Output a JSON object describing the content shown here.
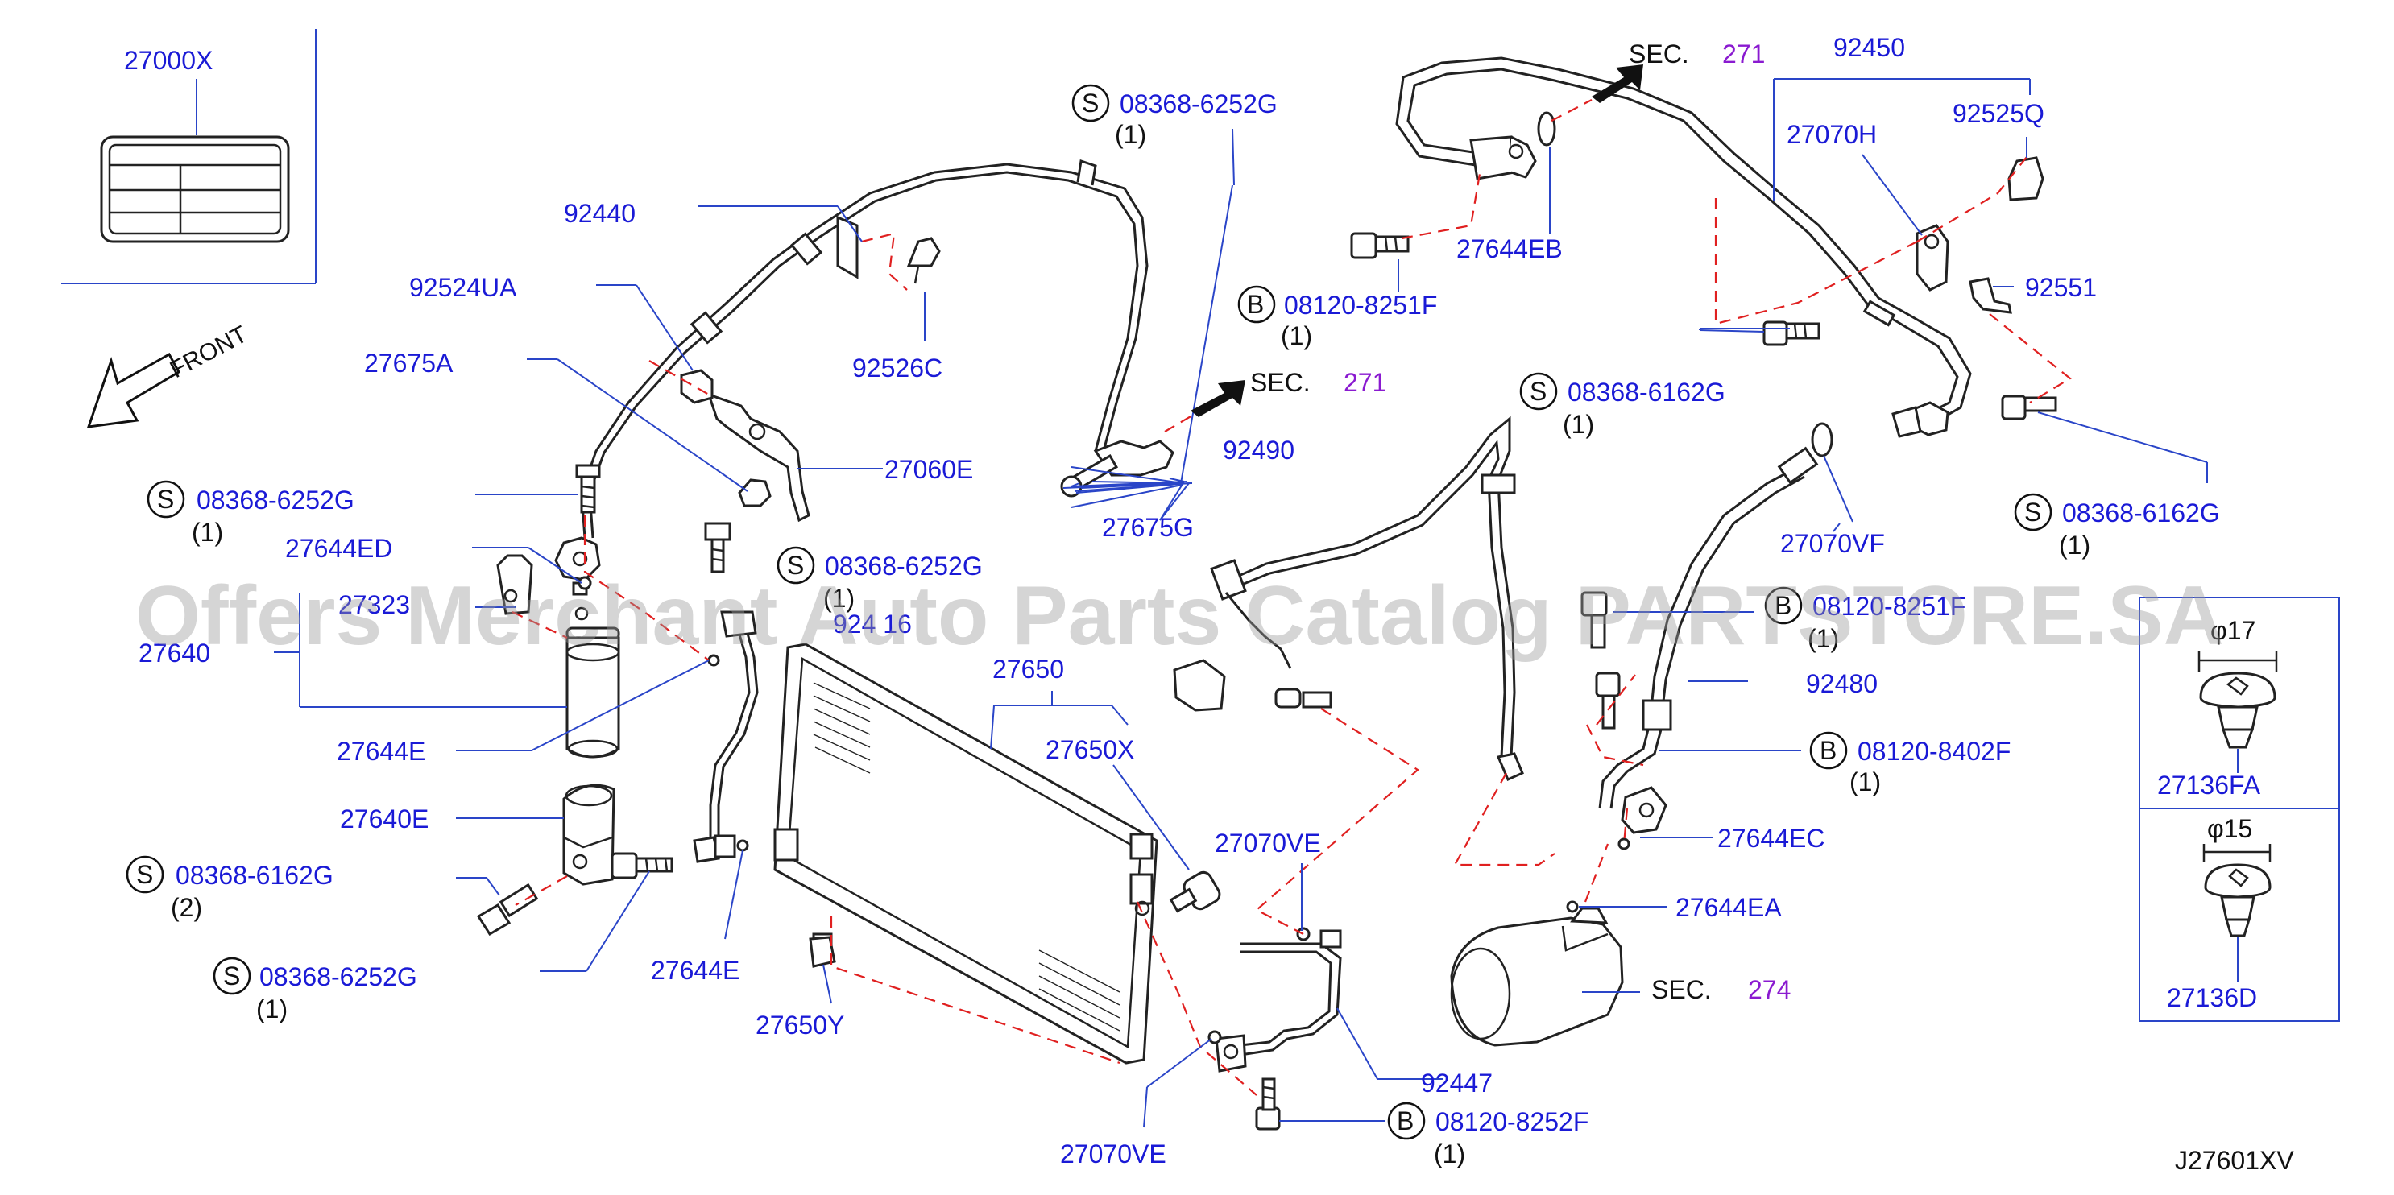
{
  "diagram": {
    "parts": {
      "p27000x": "27000X",
      "p92440": "92440",
      "p92524ua": "92524UA",
      "p27675a": "27675A",
      "p92526c": "92526C",
      "p27060e": "27060E",
      "p27644ed": "27644ED",
      "p27323": "27323",
      "p27640": "27640",
      "p27644e_a": "27644E",
      "p27640e": "27640E",
      "p924_16": "924 16",
      "p27650": "27650",
      "p27650x": "27650X",
      "p27644e_b": "27644E",
      "p27650y": "27650Y",
      "p27070ve_a": "27070VE",
      "p27070ve_b": "27070VE",
      "p92447": "92447",
      "p92490": "92490",
      "p27675g": "27675G",
      "p27644eb": "27644EB",
      "p92450": "92450",
      "p27070h": "27070H",
      "p92525q": "92525Q",
      "p92551": "92551",
      "p27070vf": "27070VF",
      "p92480": "92480",
      "p27644ec": "27644EC",
      "p27644ea": "27644EA",
      "p27136fa": "27136FA",
      "p27136d": "27136D"
    },
    "fasteners": [
      {
        "code": "S",
        "number": "08368-6252G",
        "qty": "(1)"
      },
      {
        "code": "S",
        "number": "08368-6252G",
        "qty": "(1)"
      },
      {
        "code": "S",
        "number": "08368-6252G",
        "qty": "(1)"
      },
      {
        "code": "S",
        "number": "08368-6162G",
        "qty": "(2)"
      },
      {
        "code": "S",
        "number": "08368-6252G",
        "qty": "(1)"
      },
      {
        "code": "B",
        "number": "08120-8252F",
        "qty": "(1)"
      },
      {
        "code": "B",
        "number": "08120-8251F",
        "qty": "(1)"
      },
      {
        "code": "S",
        "number": "08368-6162G",
        "qty": "(1)"
      },
      {
        "code": "S",
        "number": "08368-6162G",
        "qty": "(1)"
      },
      {
        "code": "B",
        "number": "08120-8251F",
        "qty": "(1)"
      },
      {
        "code": "B",
        "number": "08120-8402F",
        "qty": "(1)"
      }
    ],
    "sections": [
      {
        "label": "SEC.",
        "number": "271"
      },
      {
        "label": "SEC.",
        "number": "271"
      },
      {
        "label": "SEC.",
        "number": "274"
      }
    ],
    "front_label": "FRONT",
    "dims": {
      "phi_a": "φ17",
      "phi_b": "φ15"
    },
    "diagram_code": "J27601XV",
    "watermark": "Offers Merchant Auto Parts Catalog PARTSTORE.SA",
    "colors": {
      "part_number": "#1a1ad6",
      "section_number": "#8a1ad0",
      "leader": "#2a45c8",
      "dash": "#e02020",
      "watermark": "#9a9a9a"
    }
  }
}
